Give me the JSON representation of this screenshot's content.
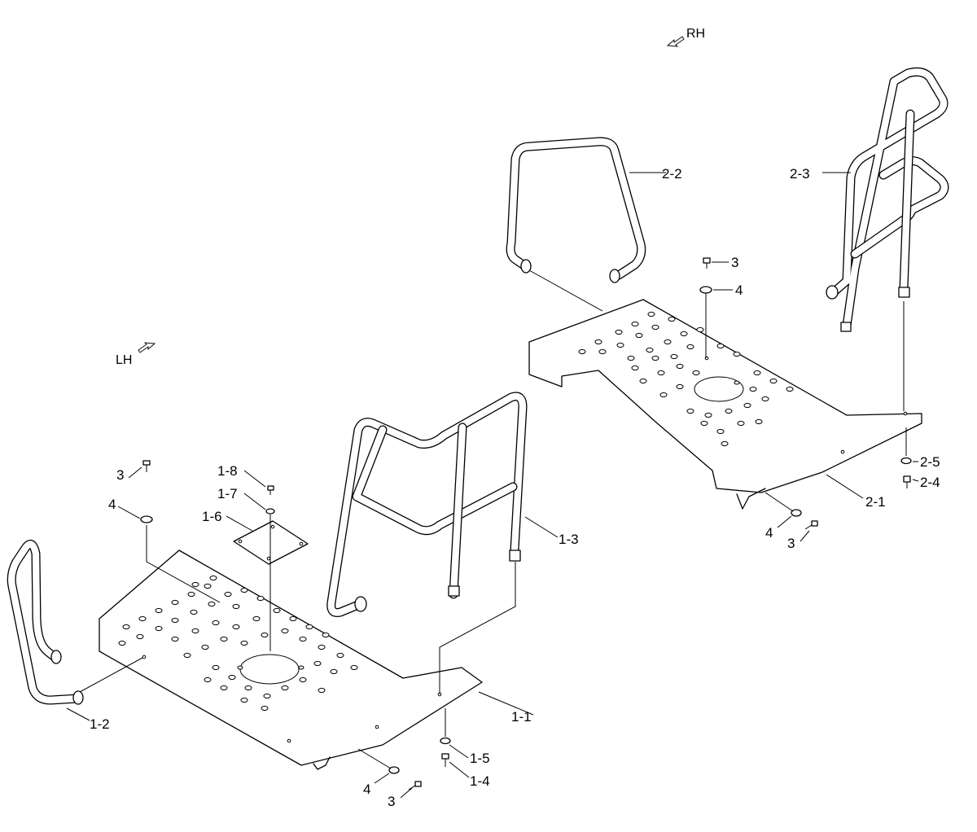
{
  "directions": {
    "rh": "RH",
    "lh": "LH"
  },
  "callouts": {
    "c_1_1": "1-1",
    "c_1_2": "1-2",
    "c_1_3": "1-3",
    "c_1_4": "1-4",
    "c_1_5": "1-5",
    "c_1_6": "1-6",
    "c_1_7": "1-7",
    "c_1_8": "1-8",
    "c_2_1": "2-1",
    "c_2_2": "2-2",
    "c_2_3": "2-3",
    "c_2_4": "2-4",
    "c_2_5": "2-5",
    "c_3_a": "3",
    "c_4_a": "4",
    "c_3_b": "3",
    "c_4_b": "4",
    "c_3_c": "3",
    "c_4_c": "4",
    "c_3_d": "3",
    "c_4_d": "4"
  }
}
